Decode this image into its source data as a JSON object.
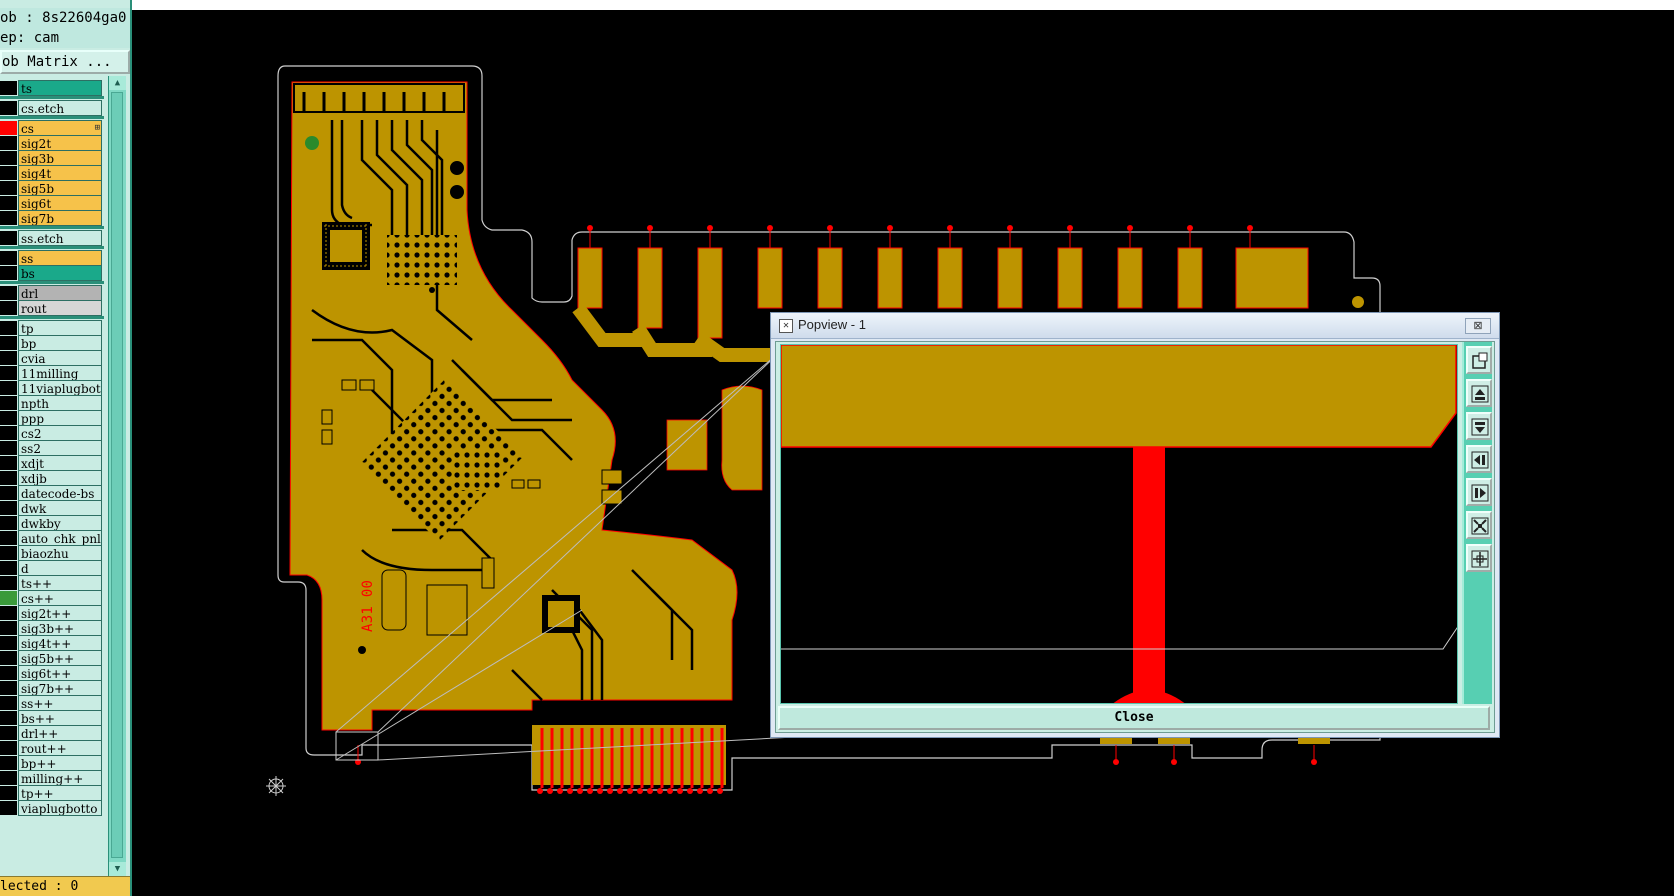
{
  "header": {
    "job": "ob : 8s22604ga0",
    "step": "ep: cam",
    "matrix_button": "ob Matrix ..."
  },
  "colors": {
    "panel_bg": "#c9ece3",
    "panel_dark": "#2a8f79",
    "copper": "#bd9400",
    "trace_red": "#ff0000",
    "layer_active": "#f6c24a",
    "layer_board": "#1aa98a",
    "layer_inactive": "#c9ece3",
    "layer_drill": "#b3b3b3"
  },
  "layers": [
    {
      "name": "ts",
      "color": "#1aa98a",
      "swatch": "#000000"
    },
    {
      "name": "cs.etch",
      "color": "#c9ece3",
      "swatch": "#000000"
    },
    {
      "name": "cs",
      "color": "#f6c24a",
      "swatch": "#ff0000",
      "marker": "⊞"
    },
    {
      "name": "sig2t",
      "color": "#f6c24a",
      "swatch": "#000000"
    },
    {
      "name": "sig3b",
      "color": "#f6c24a",
      "swatch": "#000000"
    },
    {
      "name": "sig4t",
      "color": "#f6c24a",
      "swatch": "#000000"
    },
    {
      "name": "sig5b",
      "color": "#f6c24a",
      "swatch": "#000000"
    },
    {
      "name": "sig6t",
      "color": "#f6c24a",
      "swatch": "#000000"
    },
    {
      "name": "sig7b",
      "color": "#f6c24a",
      "swatch": "#000000"
    },
    {
      "name": "ss.etch",
      "color": "#c9ece3",
      "swatch": "#000000"
    },
    {
      "name": "ss",
      "color": "#f6c24a",
      "swatch": "#000000"
    },
    {
      "name": "bs",
      "color": "#1aa98a",
      "swatch": "#000000"
    },
    {
      "name": "drl",
      "color": "#b3b3b3",
      "swatch": "#000000"
    },
    {
      "name": "rout",
      "color": "#d6d6d6",
      "swatch": "#000000"
    },
    {
      "name": "tp",
      "color": "#c9ece3",
      "swatch": "#000000"
    },
    {
      "name": "bp",
      "color": "#c9ece3",
      "swatch": "#000000"
    },
    {
      "name": "cvia",
      "color": "#c9ece3",
      "swatch": "#000000"
    },
    {
      "name": "11milling",
      "color": "#c9ece3",
      "swatch": "#000000"
    },
    {
      "name": "11viaplugbot",
      "color": "#c9ece3",
      "swatch": "#000000"
    },
    {
      "name": "npth",
      "color": "#c9ece3",
      "swatch": "#000000"
    },
    {
      "name": "ppp",
      "color": "#c9ece3",
      "swatch": "#000000"
    },
    {
      "name": "cs2",
      "color": "#c9ece3",
      "swatch": "#000000"
    },
    {
      "name": "ss2",
      "color": "#c9ece3",
      "swatch": "#000000"
    },
    {
      "name": "xdjt",
      "color": "#c9ece3",
      "swatch": "#000000"
    },
    {
      "name": "xdjb",
      "color": "#c9ece3",
      "swatch": "#000000"
    },
    {
      "name": "datecode-bs",
      "color": "#c9ece3",
      "swatch": "#000000"
    },
    {
      "name": "dwk",
      "color": "#c9ece3",
      "swatch": "#000000"
    },
    {
      "name": "dwkby",
      "color": "#c9ece3",
      "swatch": "#000000"
    },
    {
      "name": "auto_chk_pnl",
      "color": "#c9ece3",
      "swatch": "#000000"
    },
    {
      "name": "biaozhu",
      "color": "#c9ece3",
      "swatch": "#000000"
    },
    {
      "name": "d",
      "color": "#c9ece3",
      "swatch": "#000000"
    },
    {
      "name": "ts++",
      "color": "#c9ece3",
      "swatch": "#000000"
    },
    {
      "name": "cs++",
      "color": "#c9ece3",
      "swatch": "#3a9a3a"
    },
    {
      "name": "sig2t++",
      "color": "#c9ece3",
      "swatch": "#000000"
    },
    {
      "name": "sig3b++",
      "color": "#c9ece3",
      "swatch": "#000000"
    },
    {
      "name": "sig4t++",
      "color": "#c9ece3",
      "swatch": "#000000"
    },
    {
      "name": "sig5b++",
      "color": "#c9ece3",
      "swatch": "#000000"
    },
    {
      "name": "sig6t++",
      "color": "#c9ece3",
      "swatch": "#000000"
    },
    {
      "name": "sig7b++",
      "color": "#c9ece3",
      "swatch": "#000000"
    },
    {
      "name": "ss++",
      "color": "#c9ece3",
      "swatch": "#000000"
    },
    {
      "name": "bs++",
      "color": "#c9ece3",
      "swatch": "#000000"
    },
    {
      "name": "drl++",
      "color": "#c9ece3",
      "swatch": "#000000"
    },
    {
      "name": "rout++",
      "color": "#c9ece3",
      "swatch": "#000000"
    },
    {
      "name": "bp++",
      "color": "#c9ece3",
      "swatch": "#000000"
    },
    {
      "name": "milling++",
      "color": "#c9ece3",
      "swatch": "#000000"
    },
    {
      "name": "tp++",
      "color": "#c9ece3",
      "swatch": "#000000"
    },
    {
      "name": "viaplugbotto",
      "color": "#c9ece3",
      "swatch": "#000000"
    }
  ],
  "status": {
    "selected": "lected : 0"
  },
  "board": {
    "silk_text": "A31 00"
  },
  "popview": {
    "title": "Popview - 1",
    "close_x": "⊠",
    "close_button": "Close",
    "tools": [
      "zoom-window-icon",
      "pan-up-icon",
      "pan-down-icon",
      "pan-left-icon",
      "pan-right-icon",
      "zoom-in-icon",
      "zoom-out-icon"
    ]
  }
}
